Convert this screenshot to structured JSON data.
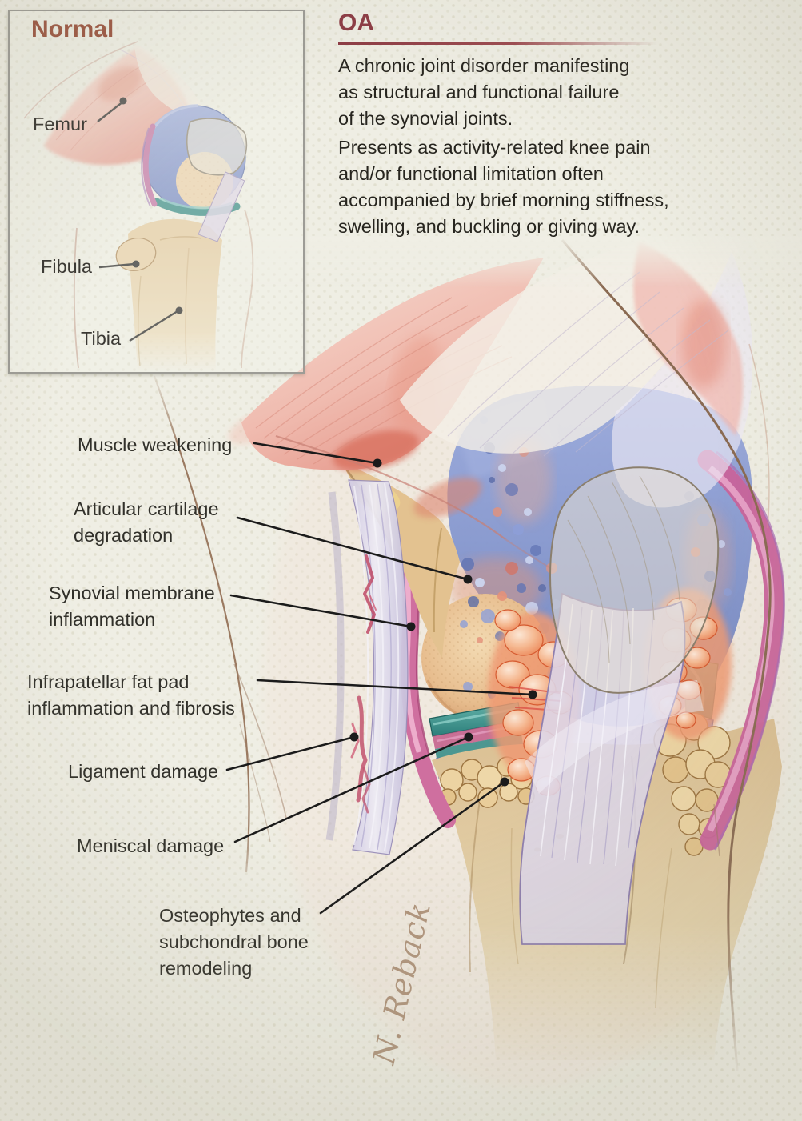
{
  "inset": {
    "title": "Normal",
    "labels": {
      "femur": "Femur",
      "fibula": "Fibula",
      "tibia": "Tibia"
    }
  },
  "oa_panel": {
    "title": "OA",
    "p1_lines": [
      "A chronic joint disorder manifesting",
      "as structural and functional failure",
      "of the synovial joints."
    ],
    "p2_lines": [
      "Presents as activity-related knee pain",
      "and/or functional limitation often",
      "accompanied by brief morning stiffness,",
      "swelling, and buckling or giving way."
    ]
  },
  "annotations": {
    "muscle": {
      "lines": [
        "Muscle weakening"
      ]
    },
    "cartilage": {
      "lines": [
        "Articular cartilage",
        "degradation"
      ]
    },
    "synovium": {
      "lines": [
        "Synovial membrane",
        "inflammation"
      ]
    },
    "fat_pad": {
      "lines": [
        "Infrapatellar fat pad",
        "inflammation and fibrosis"
      ]
    },
    "ligament": {
      "lines": [
        "Ligament damage"
      ]
    },
    "meniscus": {
      "lines": [
        "Meniscal damage"
      ]
    },
    "osteophytes": {
      "lines": [
        "Osteophytes and",
        "subchondral bone",
        "remodeling"
      ]
    }
  },
  "signature": "N. Reback",
  "colors": {
    "background": "#efeee4",
    "normal_heading": "#9d5743",
    "oa_heading": "#8c3a43",
    "label_text": "#31302a",
    "leader_line": "#1b1b1b",
    "cartilage_blue": "#8496cf",
    "synovium_pink": "#c9639b",
    "meniscus_teal": "#3e9793",
    "fat_pad_orange": "#f2a183",
    "bone_tan": "#e0c495"
  }
}
